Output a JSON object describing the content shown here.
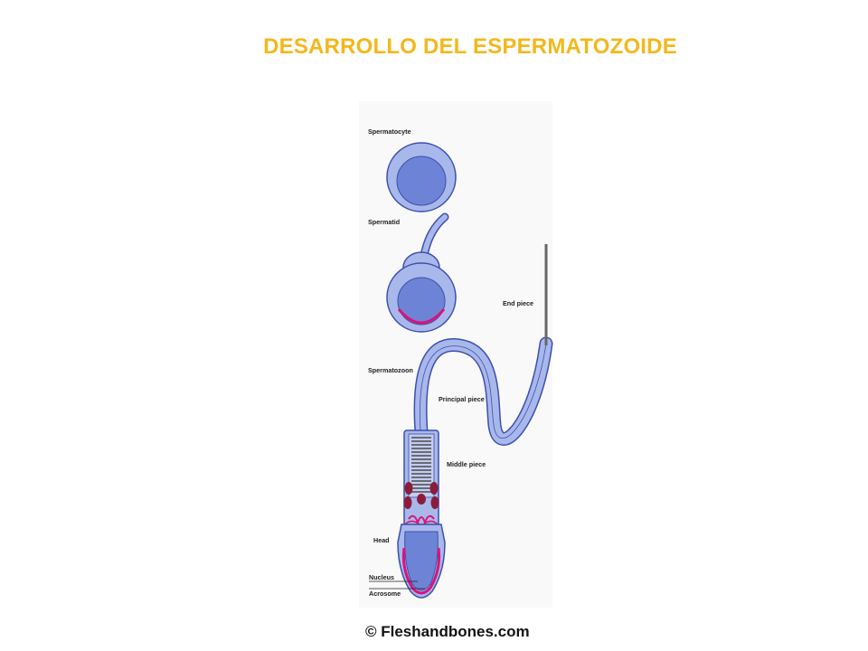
{
  "title": "DESARROLLO DEL ESPERMATOZOIDE",
  "labels": {
    "spermatocyte": "Spermatocyte",
    "spermatid": "Spermatid",
    "spermatozoon": "Spermatozoon",
    "end_piece": "End piece",
    "principal_piece": "Principal piece",
    "middle_piece": "Middle piece",
    "head": "Head",
    "nucleus": "Nucleus",
    "acrosome": "Acrosome"
  },
  "credit": "© Fleshandbones.com",
  "colors": {
    "title": "#f2b81c",
    "cell_fill": "#a9b8ea",
    "nucleus_fill": "#6d84d6",
    "outline": "#3b4fb0",
    "acrosome": "#d9147a",
    "mitochondria": "#8a1c3c",
    "end_piece": "#666666"
  }
}
